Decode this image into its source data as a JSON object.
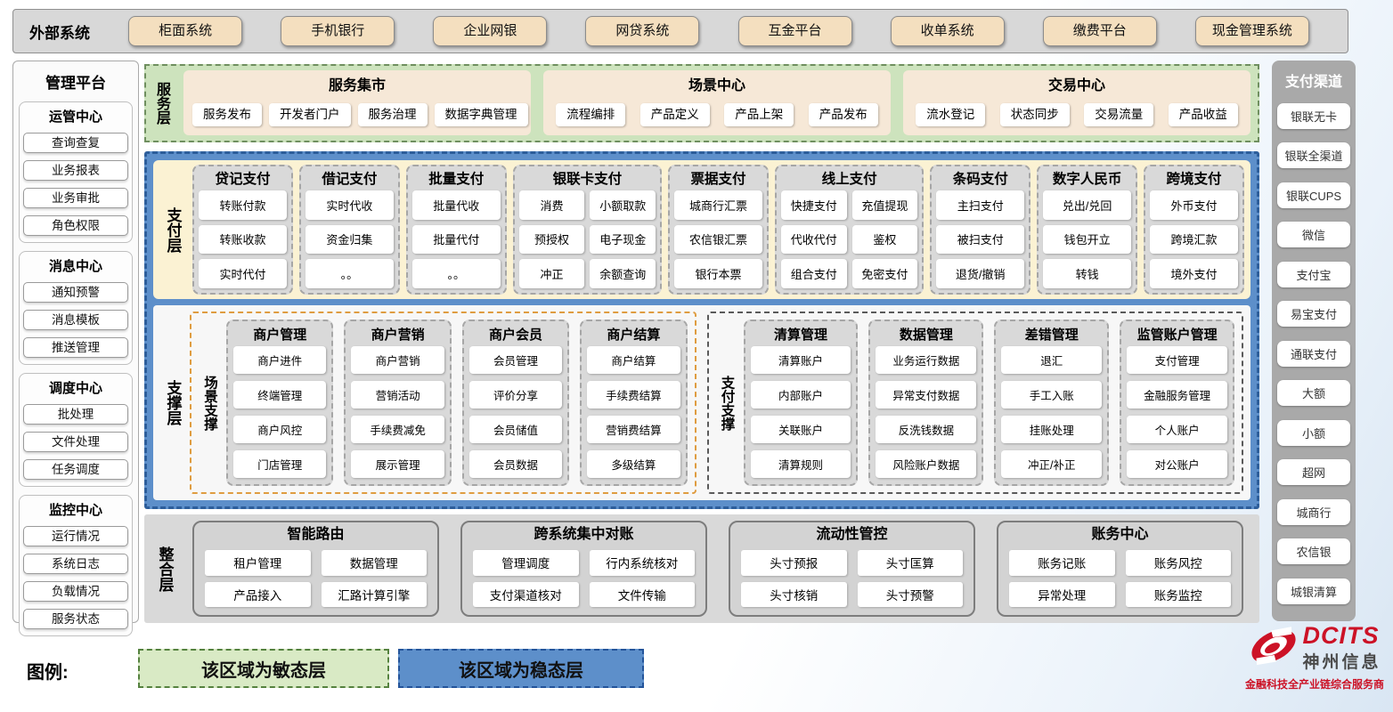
{
  "external": {
    "label": "外部系统",
    "systems": [
      "柜面系统",
      "手机银行",
      "企业网银",
      "网贷系统",
      "互金平台",
      "收单系统",
      "缴费平台",
      "现金管理系统"
    ]
  },
  "management": {
    "title": "管理平台",
    "groups": [
      {
        "title": "运管中心",
        "items": [
          "查询查复",
          "业务报表",
          "业务审批",
          "角色权限"
        ]
      },
      {
        "title": "消息中心",
        "items": [
          "通知预警",
          "消息模板",
          "推送管理"
        ]
      },
      {
        "title": "调度中心",
        "items": [
          "批处理",
          "文件处理",
          "任务调度"
        ]
      },
      {
        "title": "监控中心",
        "items": [
          "运行情况",
          "系统日志",
          "负载情况",
          "服务状态"
        ]
      }
    ]
  },
  "service_layer": {
    "label": "服务层",
    "panels": [
      {
        "title": "服务集市",
        "items": [
          "服务发布",
          "开发者门户",
          "服务治理",
          "数据字典管理"
        ]
      },
      {
        "title": "场景中心",
        "items": [
          "流程编排",
          "产品定义",
          "产品上架",
          "产品发布"
        ]
      },
      {
        "title": "交易中心",
        "items": [
          "流水登记",
          "状态同步",
          "交易流量",
          "产品收益"
        ]
      }
    ]
  },
  "payment_layer": {
    "label": "支付层",
    "columns": [
      {
        "title": "贷记支付",
        "cols": 1,
        "items": [
          "转账付款",
          "转账收款",
          "实时代付"
        ]
      },
      {
        "title": "借记支付",
        "cols": 1,
        "items": [
          "实时代收",
          "资金归集",
          "。。"
        ]
      },
      {
        "title": "批量支付",
        "cols": 1,
        "items": [
          "批量代收",
          "批量代付",
          "。。"
        ]
      },
      {
        "title": "银联卡支付",
        "cols": 2,
        "items": [
          "消费",
          "小额取款",
          "预授权",
          "电子现金",
          "冲正",
          "余额查询"
        ]
      },
      {
        "title": "票据支付",
        "cols": 1,
        "items": [
          "城商行汇票",
          "农信银汇票",
          "银行本票"
        ]
      },
      {
        "title": "线上支付",
        "cols": 2,
        "items": [
          "快捷支付",
          "充值提现",
          "代收代付",
          "鉴权",
          "组合支付",
          "免密支付"
        ]
      },
      {
        "title": "条码支付",
        "cols": 1,
        "items": [
          "主扫支付",
          "被扫支付",
          "退货/撤销"
        ]
      },
      {
        "title": "数字人民币",
        "cols": 1,
        "items": [
          "兑出/兑回",
          "钱包开立",
          "转钱"
        ]
      },
      {
        "title": "跨境支付",
        "cols": 1,
        "items": [
          "外币支付",
          "跨境汇款",
          "境外支付"
        ]
      }
    ]
  },
  "support_layer": {
    "label": "支撑层",
    "regions": [
      {
        "label": "场景支撑",
        "columns": [
          {
            "title": "商户管理",
            "items": [
              "商户进件",
              "终端管理",
              "商户风控",
              "门店管理"
            ]
          },
          {
            "title": "商户营销",
            "items": [
              "商户营销",
              "营销活动",
              "手续费减免",
              "展示管理"
            ]
          },
          {
            "title": "商户会员",
            "items": [
              "会员管理",
              "评价分享",
              "会员储值",
              "会员数据"
            ]
          },
          {
            "title": "商户结算",
            "items": [
              "商户结算",
              "手续费结算",
              "营销费结算",
              "多级结算"
            ]
          }
        ]
      },
      {
        "label": "支付支撑",
        "columns": [
          {
            "title": "清算管理",
            "items": [
              "清算账户",
              "内部账户",
              "关联账户",
              "清算规则"
            ]
          },
          {
            "title": "数据管理",
            "items": [
              "业务运行数据",
              "异常支付数据",
              "反洗钱数据",
              "风险账户数据"
            ]
          },
          {
            "title": "差错管理",
            "items": [
              "退汇",
              "手工入账",
              "挂账处理",
              "冲正/补正"
            ]
          },
          {
            "title": "监管账户管理",
            "items": [
              "支付管理",
              "金融服务管理",
              "个人账户",
              "对公账户"
            ]
          }
        ]
      }
    ]
  },
  "integration_layer": {
    "label": "整合层",
    "panels": [
      {
        "title": "智能路由",
        "items": [
          "租户管理",
          "数据管理",
          "产品接入",
          "汇路计算引擎"
        ]
      },
      {
        "title": "跨系统集中对账",
        "items": [
          "管理调度",
          "行内系统核对",
          "支付渠道核对",
          "文件传输"
        ]
      },
      {
        "title": "流动性管控",
        "items": [
          "头寸预报",
          "头寸匡算",
          "头寸核销",
          "头寸预警"
        ]
      },
      {
        "title": "账务中心",
        "items": [
          "账务记账",
          "账务风控",
          "异常处理",
          "账务监控"
        ]
      }
    ]
  },
  "channels": {
    "title": "支付渠道",
    "items": [
      "银联无卡",
      "银联全渠道",
      "银联CUPS",
      "微信",
      "支付宝",
      "易宝支付",
      "通联支付",
      "大额",
      "小额",
      "超网",
      "城商行",
      "农信银",
      "城银清算"
    ]
  },
  "legend": {
    "label": "图例:",
    "agile": "该区域为敏态层",
    "stable": "该区域为稳态层"
  },
  "logo": {
    "name": "DCITS",
    "cn": "神州信息",
    "tagline": "金融科技全产业链综合服务商"
  },
  "colors": {
    "agile_green": "#cde3bd",
    "stable_blue": "#5d8fca",
    "payment_yellow": "#fbf2d3",
    "external_tan": "#f4dfbf",
    "scene_orange_border": "#df9c40",
    "brand_red": "#cc1226",
    "panel_gray": "#d9d9d9"
  }
}
